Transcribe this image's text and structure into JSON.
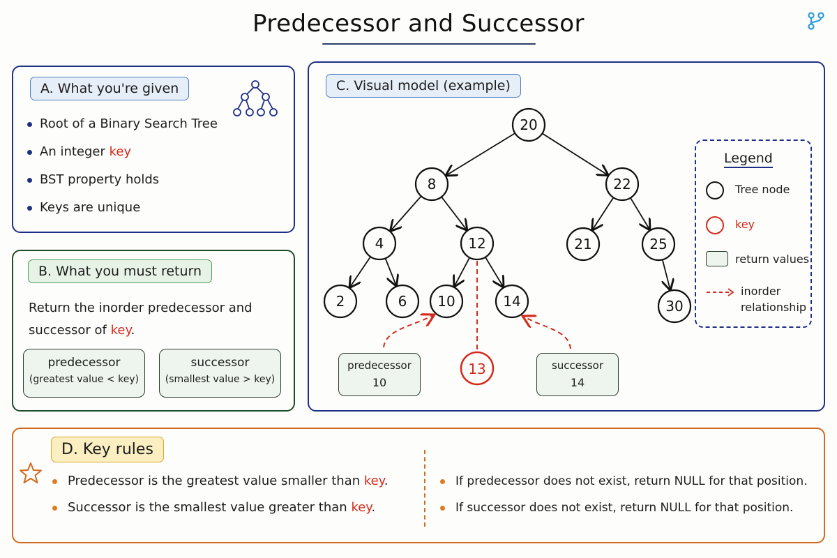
{
  "title": "Predecessor and Successor",
  "panel_a": {
    "tag": "A. What you're given",
    "bullets": [
      {
        "text": "Root of a Binary Search Tree",
        "highlight": ""
      },
      {
        "text": "An integer ",
        "highlight": "key"
      },
      {
        "text": "BST property holds",
        "highlight": ""
      },
      {
        "text": "Keys are unique",
        "highlight": ""
      }
    ]
  },
  "panel_b": {
    "tag": "B. What you must return",
    "text_prefix": "Return the inorder predecessor and successor of ",
    "text_key": "key",
    "text_suffix": ".",
    "predecessor_title": "predecessor",
    "predecessor_sub": "(greatest value < key)",
    "successor_title": "successor",
    "successor_sub": "(smallest value > key)"
  },
  "panel_c": {
    "tag": "C. Visual model (example)",
    "tree": {
      "nodes": [
        {
          "id": "n20",
          "value": "20"
        },
        {
          "id": "n8",
          "value": "8"
        },
        {
          "id": "n22",
          "value": "22"
        },
        {
          "id": "n4",
          "value": "4"
        },
        {
          "id": "n12",
          "value": "12"
        },
        {
          "id": "n21",
          "value": "21"
        },
        {
          "id": "n25",
          "value": "25"
        },
        {
          "id": "n2",
          "value": "2"
        },
        {
          "id": "n6",
          "value": "6"
        },
        {
          "id": "n10",
          "value": "10"
        },
        {
          "id": "n14",
          "value": "14"
        },
        {
          "id": "n30",
          "value": "30"
        }
      ],
      "edges": [
        [
          "n20",
          "n8"
        ],
        [
          "n20",
          "n22"
        ],
        [
          "n8",
          "n4"
        ],
        [
          "n8",
          "n12"
        ],
        [
          "n22",
          "n21"
        ],
        [
          "n22",
          "n25"
        ],
        [
          "n4",
          "n2"
        ],
        [
          "n4",
          "n6"
        ],
        [
          "n12",
          "n10"
        ],
        [
          "n12",
          "n14"
        ],
        [
          "n25",
          "n30"
        ]
      ],
      "key_node": "13",
      "predecessor_label": "predecessor",
      "predecessor_value": "10",
      "successor_label": "successor",
      "successor_value": "14"
    },
    "legend": {
      "title": "Legend",
      "tree_node": "Tree node",
      "key": "key",
      "return_values": "return values",
      "inorder_line1": "inorder",
      "inorder_line2": "relationship"
    }
  },
  "panel_d": {
    "tag": "D. Key rules",
    "left_rules": [
      {
        "text": "Predecessor is the greatest value smaller than ",
        "highlight": "key",
        "suffix": "."
      },
      {
        "text": "Successor is the smallest value greater than ",
        "highlight": "key",
        "suffix": "."
      }
    ],
    "right_rules": [
      {
        "text": "If predecessor does not exist, return NULL for that position."
      },
      {
        "text": "If successor does not exist, return NULL for that position."
      }
    ]
  },
  "colors": {
    "navy": "#1e2f86",
    "green": "#1f4d2a",
    "orange": "#d2691e",
    "key_red": "#d42a1c"
  },
  "icons": [
    "branch-logo-icon",
    "tree-icon",
    "star-icon"
  ]
}
